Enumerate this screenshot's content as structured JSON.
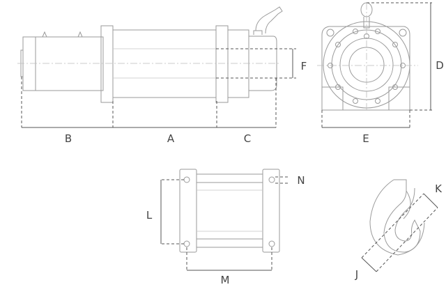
{
  "title": "Winch dimension diagram",
  "labels": {
    "A": "A",
    "B": "B",
    "C": "C",
    "D": "D",
    "E": "E",
    "F": "F",
    "J": "J",
    "K": "K",
    "L": "L",
    "M": "M",
    "N": "N"
  },
  "colors": {
    "outline": "#9a9a9a",
    "dimension": "#555555",
    "text": "#444444"
  }
}
